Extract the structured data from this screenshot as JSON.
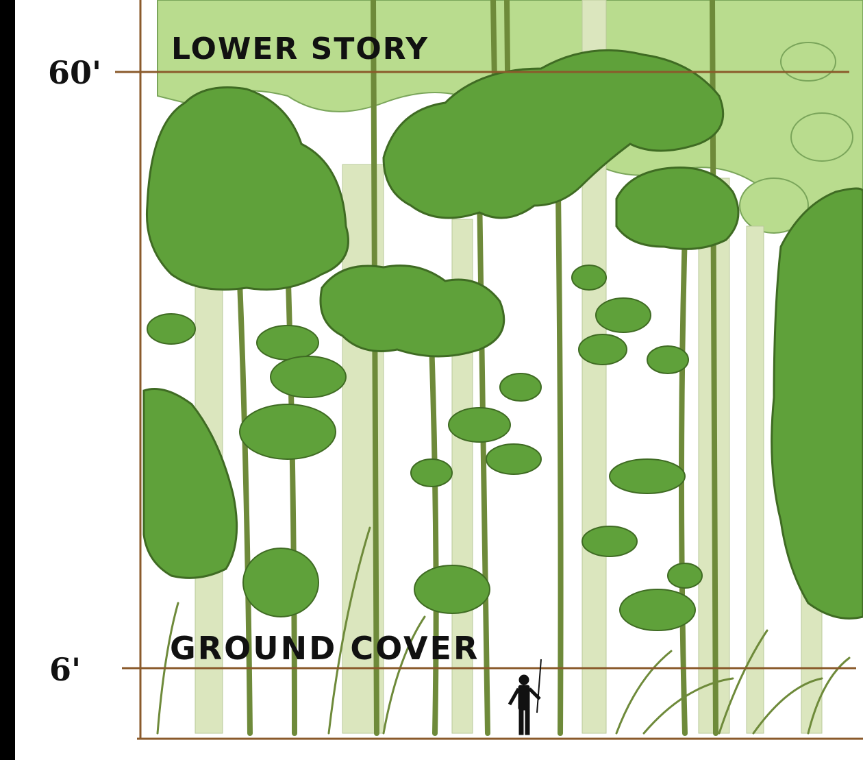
{
  "heights": [
    {
      "label": "60'",
      "layer": "LOWER STORY"
    },
    {
      "label": "6'",
      "layer": "GROUND COVER"
    }
  ],
  "colors": {
    "frame": "#000000",
    "paper": "#ffffff",
    "guide_line": "#8a5a2b",
    "light_green": "#b9dc8e",
    "mid_green": "#7dbb4a",
    "dark_green": "#5fa13a",
    "outline": "#3f6b23",
    "trunk_pale": "#dbe6be",
    "figure": "#111111"
  },
  "icons": [
    "standing-person-icon"
  ]
}
